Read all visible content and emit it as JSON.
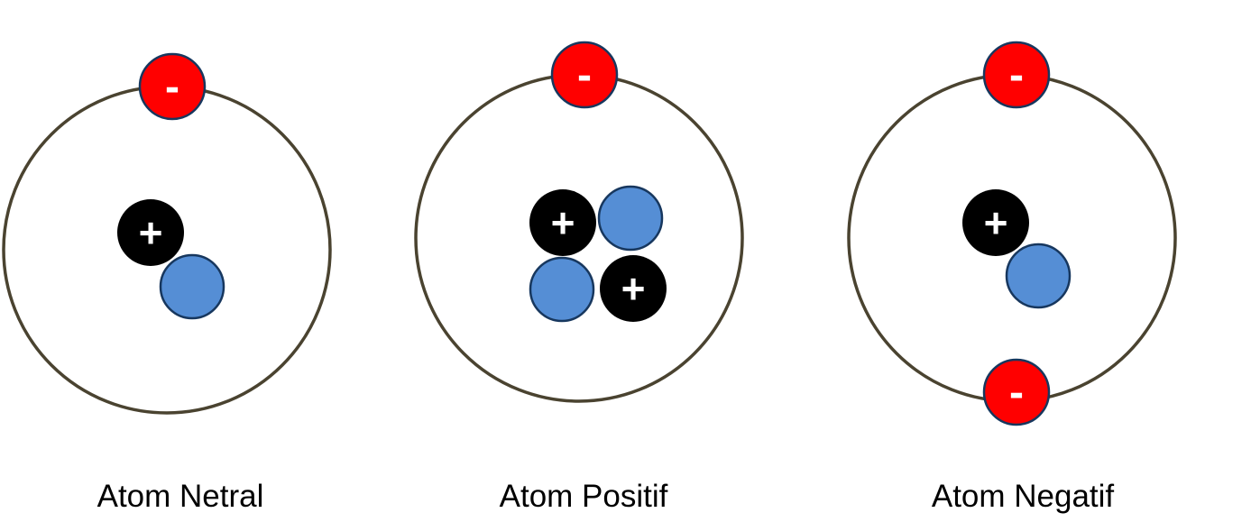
{
  "symbols": {
    "electron": "-",
    "proton": "+"
  },
  "colors": {
    "electron": "#ff0000",
    "proton": "#000000",
    "neutron": "#558ed5",
    "orbit": "#4a4330",
    "outline": "#17375e"
  },
  "atoms": [
    {
      "caption": "Atom Netral",
      "protons": 1,
      "neutrons": 1,
      "electrons": 1
    },
    {
      "caption": "Atom Positif",
      "protons": 2,
      "neutrons": 2,
      "electrons": 1
    },
    {
      "caption": "Atom Negatif",
      "protons": 1,
      "neutrons": 1,
      "electrons": 2
    }
  ]
}
